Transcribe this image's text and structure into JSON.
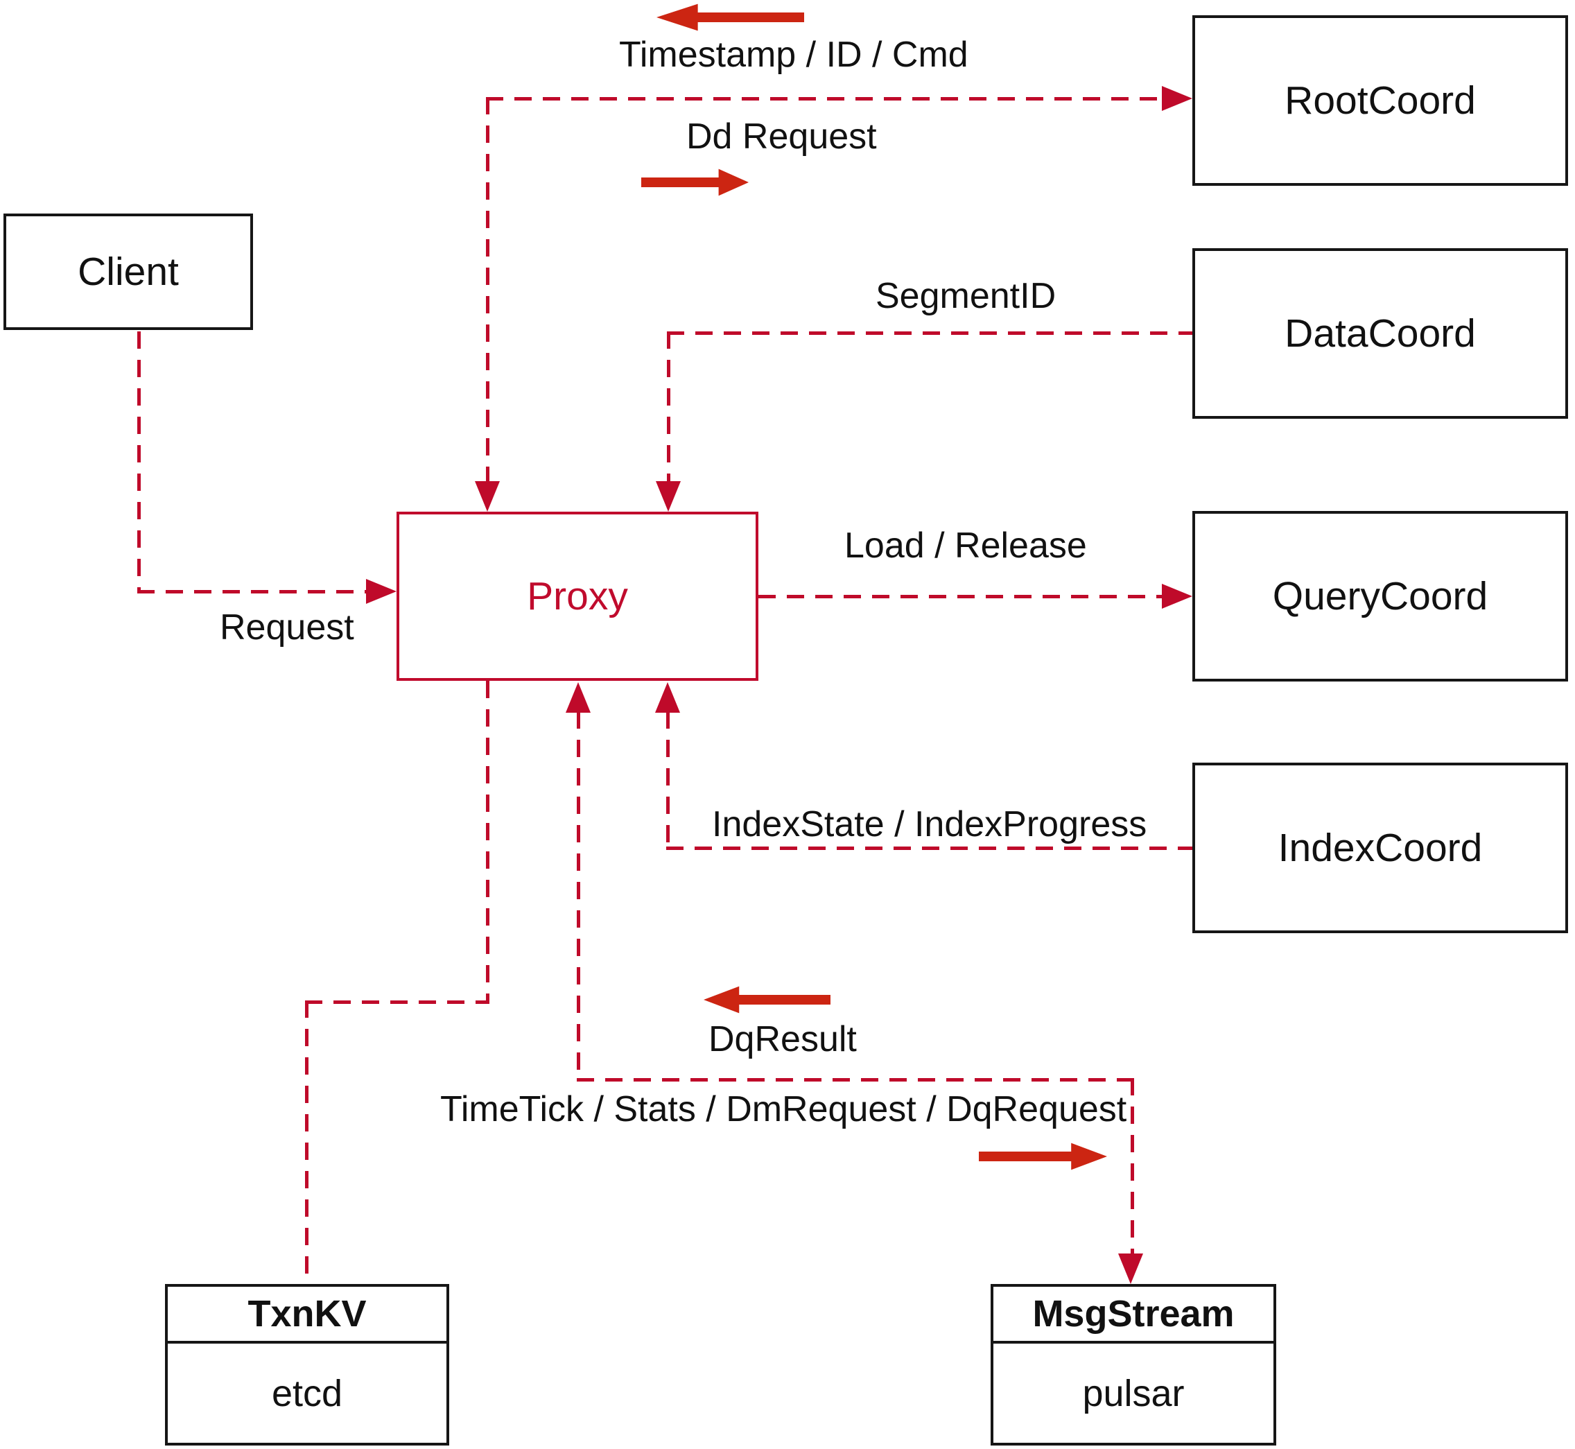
{
  "diagram": {
    "nodes": {
      "client": {
        "label": "Client"
      },
      "proxy": {
        "label": "Proxy"
      },
      "root_coord": {
        "label": "RootCoord"
      },
      "data_coord": {
        "label": "DataCoord"
      },
      "query_coord": {
        "label": "QueryCoord"
      },
      "index_coord": {
        "label": "IndexCoord"
      },
      "txn_kv": {
        "title": "TxnKV",
        "impl": "etcd"
      },
      "msg_stream": {
        "title": "MsgStream",
        "impl": "pulsar"
      }
    },
    "labels": {
      "timestamp": "Timestamp / ID / Cmd",
      "dd_request": "Dd Request",
      "segment_id": "SegmentID",
      "load_release": "Load / Release",
      "request": "Request",
      "index_state": "IndexState / IndexProgress",
      "dq_result": "DqResult",
      "time_tick": "TimeTick / Stats / DmRequest / DqRequest"
    },
    "edges": [
      {
        "from": "Client",
        "to": "Proxy",
        "label": "Request",
        "direction": "to"
      },
      {
        "from": "Proxy",
        "to": "RootCoord",
        "label": "Timestamp / ID / Cmd + Dd Request",
        "direction": "both"
      },
      {
        "from": "DataCoord",
        "to": "Proxy",
        "label": "SegmentID",
        "direction": "to"
      },
      {
        "from": "Proxy",
        "to": "QueryCoord",
        "label": "Load / Release",
        "direction": "to"
      },
      {
        "from": "IndexCoord",
        "to": "Proxy",
        "label": "IndexState / IndexProgress",
        "direction": "to"
      },
      {
        "from": "Proxy",
        "to": "MsgStream",
        "label": "DqResult + TimeTick / Stats / DmRequest / DqRequest",
        "direction": "both"
      },
      {
        "from": "Proxy",
        "to": "TxnKV",
        "label": "",
        "direction": "none"
      }
    ],
    "colors": {
      "line": "#bf0a2a",
      "arrow": "#cc2512",
      "proxy": "#c00b2d",
      "box_border": "#161616",
      "text": "#111111",
      "background": "#ffffff"
    }
  }
}
